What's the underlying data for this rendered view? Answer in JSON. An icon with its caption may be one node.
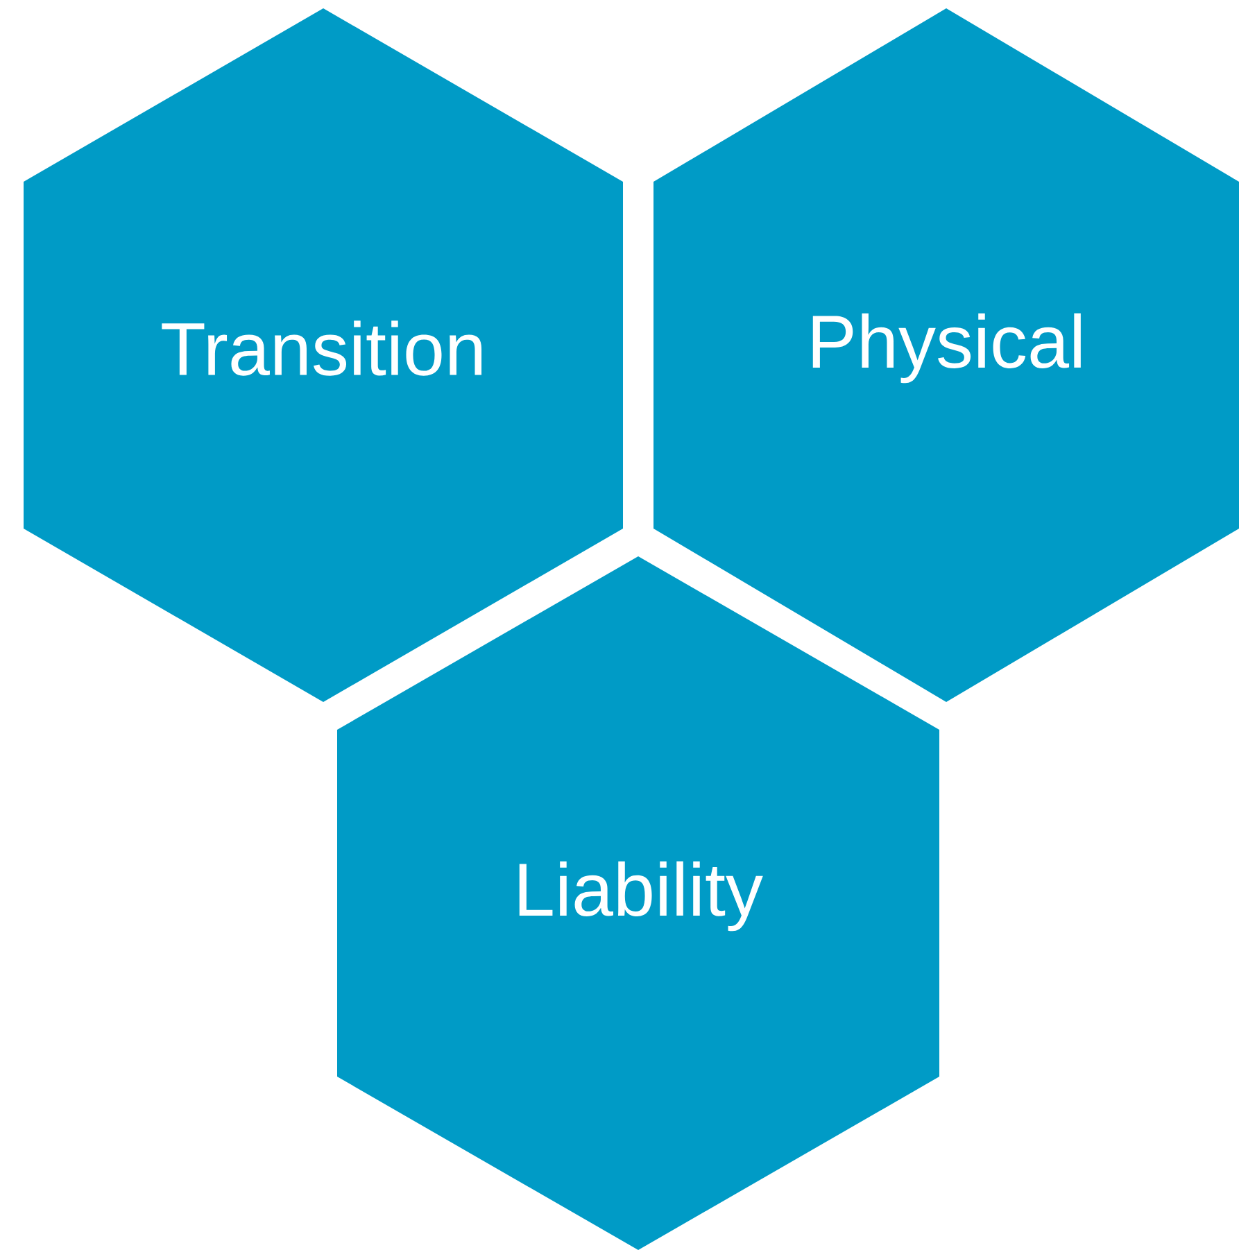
{
  "diagram": {
    "nodes": [
      {
        "text": [
          "Transition"
        ]
      },
      {
        "text": [
          "Physical"
        ]
      },
      {
        "text": [
          "Liability"
        ]
      }
    ]
  }
}
